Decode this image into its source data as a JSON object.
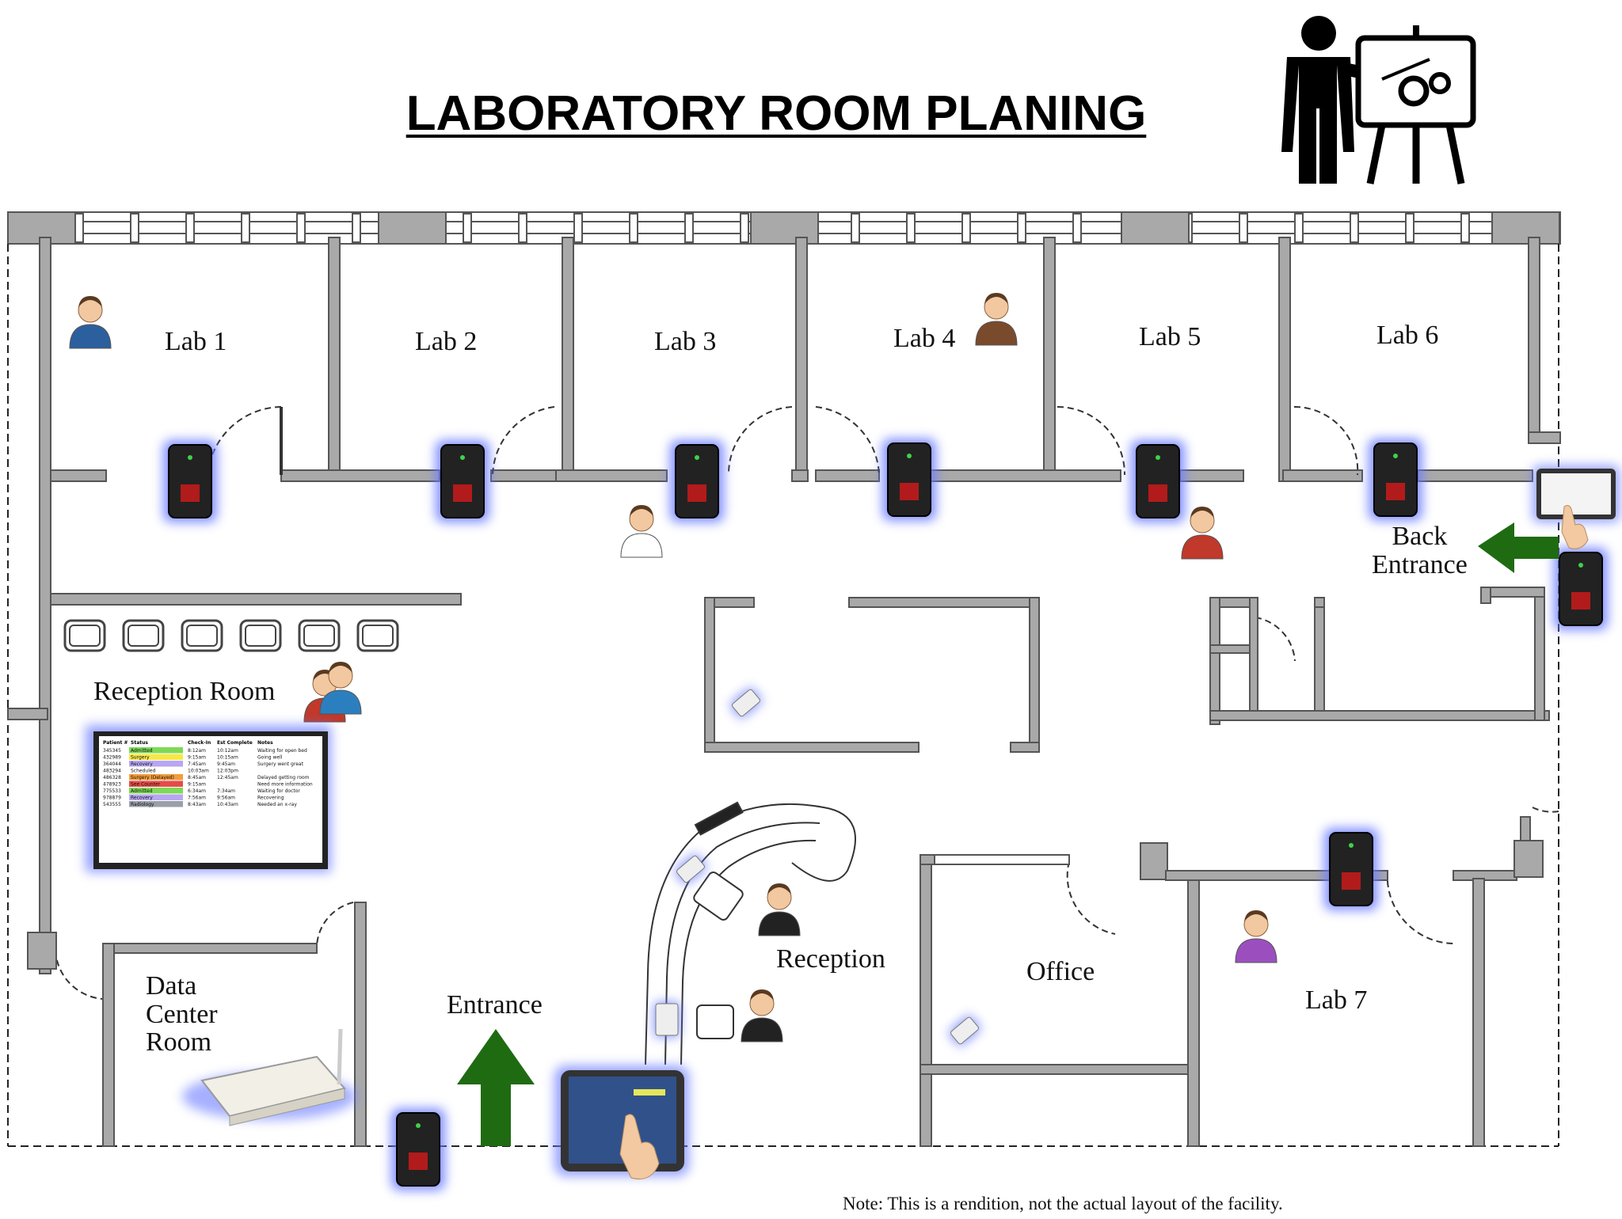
{
  "title": "LABORATORY ROOM PLANING",
  "rooms": {
    "lab1": "Lab 1",
    "lab2": "Lab 2",
    "lab3": "Lab 3",
    "lab4": "Lab 4",
    "lab5": "Lab 5",
    "lab6": "Lab 6",
    "lab7": "Lab 7",
    "back_entrance": "Back\nEntrance",
    "reception_room": "Reception Room",
    "data_center": "Data\nCenter\nRoom",
    "entrance": "Entrance",
    "reception": "Reception",
    "office": "Office"
  },
  "note": "Note: This is a rendition, not the actual layout of the facility.",
  "status_board": {
    "headers": [
      "Patient #",
      "Status",
      "Check-In",
      "Est Complete",
      "Notes"
    ],
    "rows": [
      {
        "id": "345345",
        "status": "Admitted",
        "color": "#7ed957",
        "checkin": "8:12am",
        "est": "10:12am",
        "notes": "Waiting for open bed"
      },
      {
        "id": "432989",
        "status": "Surgery",
        "color": "#f6e84a",
        "checkin": "9:15am",
        "est": "10:15am",
        "notes": "Going well"
      },
      {
        "id": "364044",
        "status": "Recovery",
        "color": "#b8a6f0",
        "checkin": "7:45am",
        "est": "9:45am",
        "notes": "Surgery went great"
      },
      {
        "id": "483294",
        "status": "Scheduled",
        "color": "#ffffff",
        "checkin": "10:03am",
        "est": "12:03pm",
        "notes": ""
      },
      {
        "id": "486328",
        "status": "Surgery (Delayed)",
        "color": "#f39c3c",
        "checkin": "8:45am",
        "est": "12:45am",
        "notes": "Delayed getting room"
      },
      {
        "id": "478923",
        "status": "See Counter",
        "color": "#e84a4a",
        "checkin": "9:15am",
        "est": "",
        "notes": "Need more information"
      },
      {
        "id": "775533",
        "status": "Admitted",
        "color": "#7ed957",
        "checkin": "6:34am",
        "est": "7:34am",
        "notes": "Waiting for doctor"
      },
      {
        "id": "978879",
        "status": "Recovery",
        "color": "#b8a6f0",
        "checkin": "7:56am",
        "est": "9:56am",
        "notes": "Recovering"
      },
      {
        "id": "543555",
        "status": "Radiology",
        "color": "#9aa0a8",
        "checkin": "8:43am",
        "est": "10:43am",
        "notes": "Needed an x-ray"
      }
    ]
  },
  "colors": {
    "wall": "#a9a9a9",
    "wall_stroke": "#555555",
    "arrow": "#1f6b12",
    "reader_glow": "#6b7cff"
  },
  "icons": [
    "presenter-icon",
    "rfid-reader-icon",
    "person-icon",
    "wireless-router-icon",
    "tablet-icon",
    "monitor-icon",
    "chair-icon",
    "arrow-up-icon",
    "arrow-left-icon"
  ]
}
